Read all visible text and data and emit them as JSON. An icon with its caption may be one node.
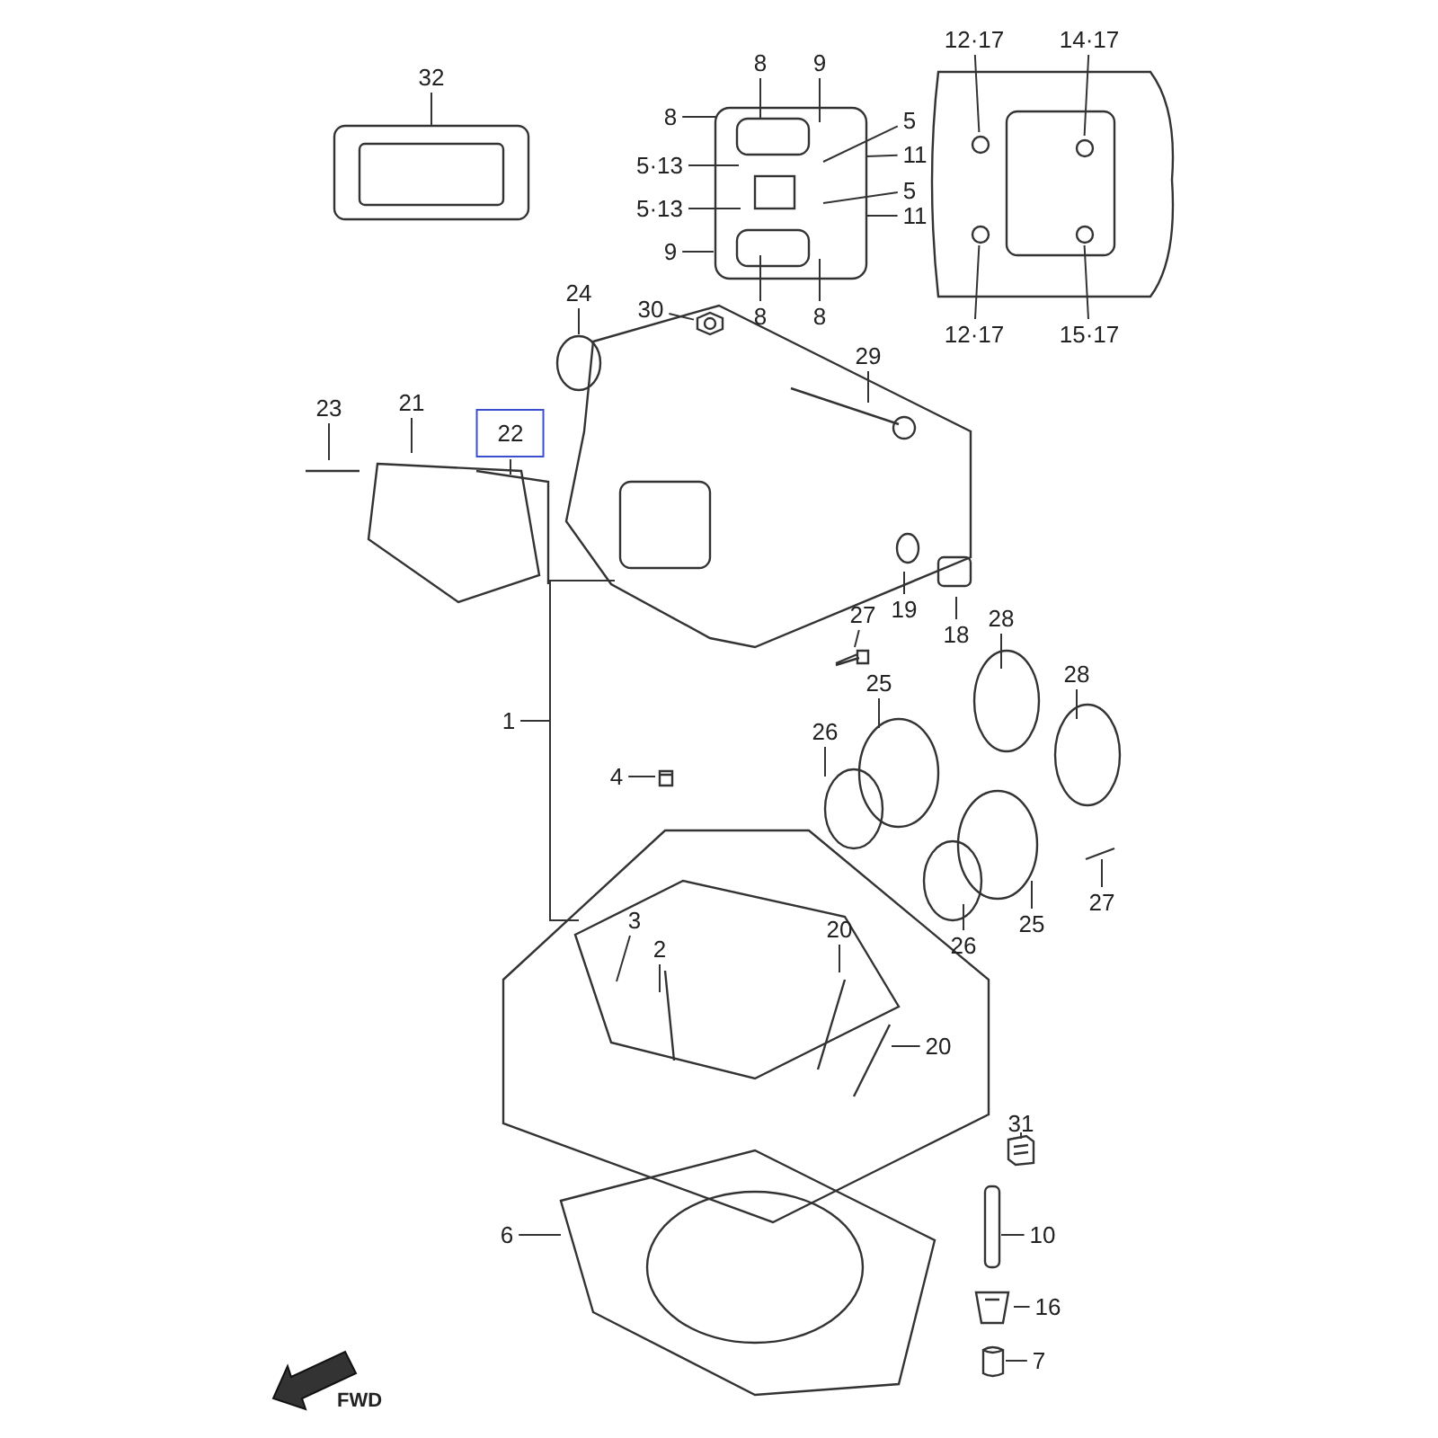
{
  "diagram": {
    "nodes": [
      {
        "text": [
          "32"
        ]
      },
      {
        "text": [
          "8"
        ]
      },
      {
        "text": [
          "9"
        ]
      },
      {
        "text": [
          "12·17"
        ]
      },
      {
        "text": [
          "14·17"
        ]
      },
      {
        "text": [
          "8"
        ]
      },
      {
        "text": [
          "5"
        ]
      },
      {
        "text": [
          "11"
        ]
      },
      {
        "text": [
          "5·13"
        ]
      },
      {
        "text": [
          "5"
        ]
      },
      {
        "text": [
          "5·13"
        ]
      },
      {
        "text": [
          "11"
        ]
      },
      {
        "text": [
          "9"
        ]
      },
      {
        "text": [
          "24"
        ]
      },
      {
        "text": [
          "30"
        ]
      },
      {
        "text": [
          "8"
        ]
      },
      {
        "text": [
          "8"
        ]
      },
      {
        "text": [
          "12·17"
        ]
      },
      {
        "text": [
          "15·17"
        ]
      },
      {
        "text": [
          "29"
        ]
      },
      {
        "text": [
          "21"
        ]
      },
      {
        "text": [
          "23"
        ]
      },
      {
        "text": [
          "22"
        ]
      },
      {
        "text": [
          "19"
        ]
      },
      {
        "text": [
          "27"
        ]
      },
      {
        "text": [
          "28"
        ]
      },
      {
        "text": [
          "18"
        ]
      },
      {
        "text": [
          "28"
        ]
      },
      {
        "text": [
          "25"
        ]
      },
      {
        "text": [
          "1"
        ]
      },
      {
        "text": [
          "26"
        ]
      },
      {
        "text": [
          "4"
        ]
      },
      {
        "text": [
          "27"
        ]
      },
      {
        "text": [
          "3"
        ]
      },
      {
        "text": [
          "25"
        ]
      },
      {
        "text": [
          "20"
        ]
      },
      {
        "text": [
          "26"
        ]
      },
      {
        "text": [
          "2"
        ]
      },
      {
        "text": [
          "20"
        ]
      },
      {
        "text": [
          "31"
        ]
      },
      {
        "text": [
          "6"
        ]
      },
      {
        "text": [
          "10"
        ]
      },
      {
        "text": [
          "16"
        ]
      },
      {
        "text": [
          "7"
        ]
      },
      {
        "text": [],
        "shape": "circle"
      },
      {
        "text": [],
        "shape": "circle"
      },
      {
        "text": [],
        "shape": "circle"
      },
      {
        "text": [],
        "shape": "circle"
      },
      {
        "text": [],
        "shape": "picture"
      },
      {
        "text": [],
        "shape": "picture"
      },
      {
        "text": [],
        "shape": "picture"
      },
      {
        "text": [],
        "shape": "picture"
      },
      {
        "text": [],
        "shape": "picture"
      },
      {
        "text": [],
        "shape": "picture"
      }
    ],
    "edges": [
      {
        "from": 0,
        "to": null,
        "arrow": "none"
      },
      {
        "from": 1,
        "to": null,
        "arrow": "none"
      },
      {
        "from": 2,
        "to": null,
        "arrow": "none"
      },
      {
        "from": 3,
        "to": 44,
        "arrow": "none"
      },
      {
        "from": 4,
        "to": 45,
        "arrow": "none"
      },
      {
        "from": 5,
        "to": null,
        "arrow": "none"
      },
      {
        "from": 6,
        "to": null,
        "arrow": "none"
      },
      {
        "from": 7,
        "to": null,
        "arrow": "none"
      },
      {
        "from": 8,
        "to": null,
        "arrow": "none"
      },
      {
        "from": 9,
        "to": null,
        "arrow": "none"
      },
      {
        "from": 10,
        "to": null,
        "arrow": "none"
      },
      {
        "from": 11,
        "to": null,
        "arrow": "none"
      },
      {
        "from": 12,
        "to": null,
        "arrow": "none"
      },
      {
        "from": 13,
        "to": null,
        "arrow": "none"
      },
      {
        "from": 14,
        "to": 48,
        "arrow": "none"
      },
      {
        "from": 15,
        "to": null,
        "arrow": "none"
      },
      {
        "from": 16,
        "to": null,
        "arrow": "none"
      },
      {
        "from": 17,
        "to": 46,
        "arrow": "none"
      },
      {
        "from": 18,
        "to": 47,
        "arrow": "none"
      },
      {
        "from": 19,
        "to": null,
        "arrow": "none"
      },
      {
        "from": 20,
        "to": null,
        "arrow": "none"
      },
      {
        "from": 21,
        "to": null,
        "arrow": "none"
      },
      {
        "from": 22,
        "to": null,
        "arrow": "none"
      },
      {
        "from": 23,
        "to": null,
        "arrow": "none"
      },
      {
        "from": 24,
        "to": 49,
        "arrow": "none"
      },
      {
        "from": 25,
        "to": null,
        "arrow": "none"
      },
      {
        "from": 26,
        "to": null,
        "arrow": "none"
      },
      {
        "from": 27,
        "to": null,
        "arrow": "none"
      },
      {
        "from": 28,
        "to": null,
        "arrow": "none"
      },
      {
        "from": 29,
        "to": null,
        "arrow": "none"
      },
      {
        "from": 29,
        "to": null,
        "arrow": "none"
      },
      {
        "from": 30,
        "to": null,
        "arrow": "none"
      },
      {
        "from": 31,
        "to": 50,
        "arrow": "none"
      },
      {
        "from": 32,
        "to": null,
        "arrow": "none"
      },
      {
        "from": 33,
        "to": null,
        "arrow": "none"
      },
      {
        "from": 34,
        "to": null,
        "arrow": "none"
      },
      {
        "from": 35,
        "to": null,
        "arrow": "none"
      },
      {
        "from": 36,
        "to": null,
        "arrow": "none"
      },
      {
        "from": 37,
        "to": null,
        "arrow": "none"
      },
      {
        "from": 38,
        "to": null,
        "arrow": "none"
      },
      {
        "from": 39,
        "to": 51,
        "arrow": "none"
      },
      {
        "from": 40,
        "to": null,
        "arrow": "none"
      },
      {
        "from": 41,
        "to": null,
        "arrow": "none"
      },
      {
        "from": 42,
        "to": 52,
        "arrow": "none"
      },
      {
        "from": 43,
        "to": 53,
        "arrow": "none"
      }
    ],
    "labels": [
      "FWD"
    ]
  }
}
